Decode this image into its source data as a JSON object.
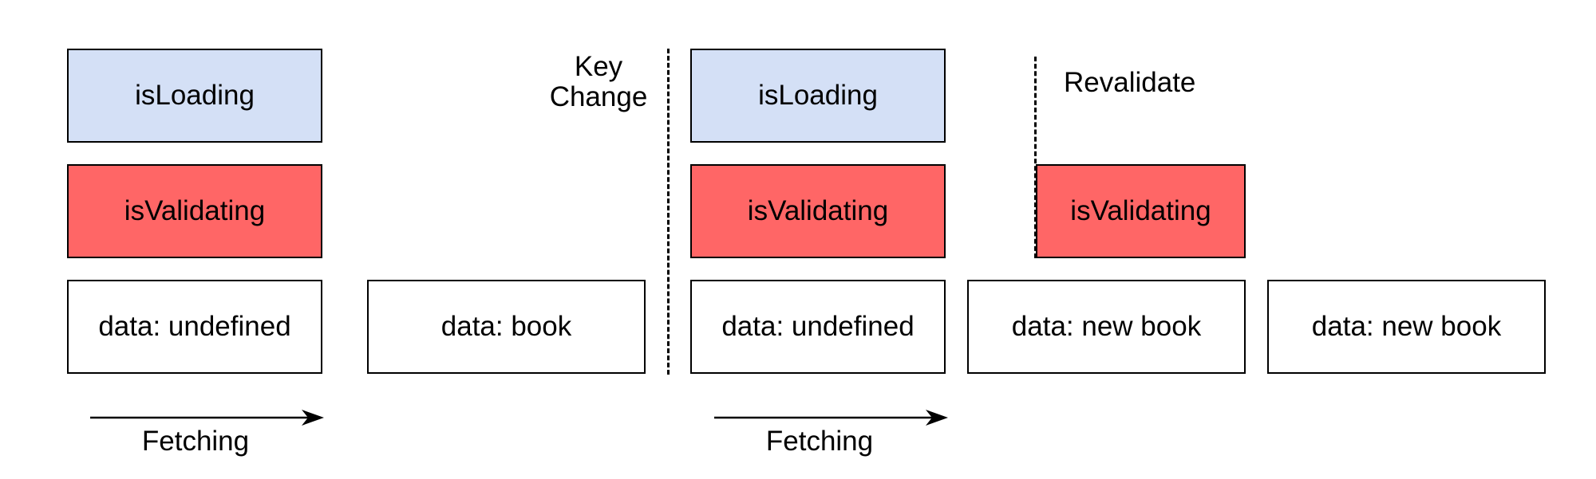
{
  "diagram": {
    "phase1": {
      "loading_label": "isLoading",
      "validating_label": "isValidating",
      "data_states": [
        "data: undefined",
        "data: book"
      ],
      "fetch_label": "Fetching"
    },
    "key_change_label": "Key\nChange",
    "phase2": {
      "loading_label": "isLoading",
      "validating_label": "isValidating",
      "data_states": [
        "data: undefined",
        "data: new book"
      ],
      "fetch_label": "Fetching"
    },
    "revalidate": {
      "label": "Revalidate",
      "validating_label": "isValidating",
      "data_state": "data: new book"
    },
    "colors": {
      "loading_fill": "#d4e0f6",
      "validating_fill": "#ff6666",
      "data_fill": "#ffffff",
      "stroke": "#000000"
    }
  }
}
